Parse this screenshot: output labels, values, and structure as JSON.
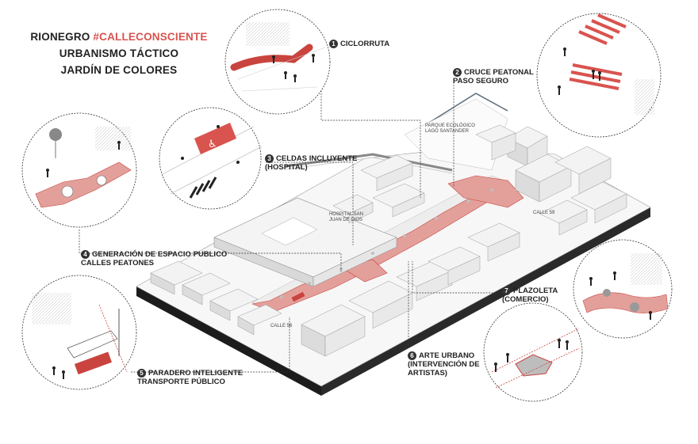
{
  "title": {
    "line1_prefix": "RIONEGRO",
    "line1_accent": "#CALLECONSCIENTE",
    "line2": "URBANISMO TÁCTICO",
    "line3": "JARDÍN DE COLORES"
  },
  "colors": {
    "accent": "#d9534f",
    "accent_fill": "#e8a7a3",
    "building": "#f2f2f2",
    "ink": "#222222"
  },
  "labels": [
    {
      "num": "1",
      "line1": "CICLORRUTA",
      "line2": ""
    },
    {
      "num": "2",
      "line1": "CRUCE PEATONAL",
      "line2": "PASO SEGURO"
    },
    {
      "num": "3",
      "line1": "CELDAS INCLUYENTE",
      "line2": "(HOSPITAL)"
    },
    {
      "num": "4",
      "line1": "GENERACIÓN DE ESPACIO PUBLICO",
      "line2": "CALLES PEATONES"
    },
    {
      "num": "5",
      "line1": "PARADERO INTELIGENTE",
      "line2": "TRANSPORTE PÚBLICO"
    },
    {
      "num": "6",
      "line1": "ARTE URBANO",
      "line2": "(INTERVENCIÓN DE",
      "line3": "ARTISTAS)"
    },
    {
      "num": "7",
      "line1": "PLAZOLETA",
      "line2": "(COMERCIO)"
    }
  ],
  "places": {
    "parque_1": "PARQUE ECOLÓGICO",
    "parque_2": "LAGO SANTANDER",
    "hospital_1": "HOSPITAL SAN",
    "hospital_2": "JUAN DE DIOS",
    "calle59": "CALLE 59",
    "calle56": "CALLE 56"
  },
  "icons": {
    "wheelchair": "wheelchair-icon"
  }
}
